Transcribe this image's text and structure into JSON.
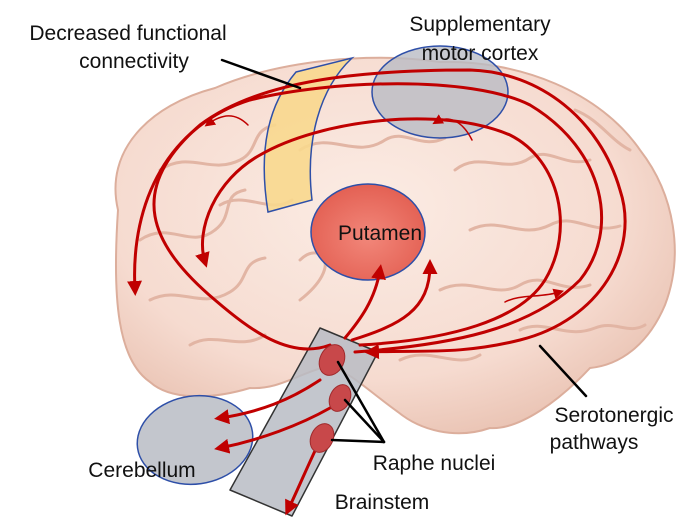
{
  "figure": {
    "labels": {
      "decreased_connectivity": [
        "Decreased functional",
        "connectivity"
      ],
      "supplementary_motor_cortex": [
        "Supplementary",
        "motor cortex"
      ],
      "putamen": "Putamen",
      "serotonergic_pathways": [
        "Serotonergic",
        "pathways"
      ],
      "raphe_nuclei": "Raphe nuclei",
      "cerebellum": "Cerebellum",
      "brainstem": "Brainstem"
    },
    "colors": {
      "pathway": "#c00000",
      "brain": "#f6dbd0",
      "brain_gyri": "#e2b5a4",
      "putamen": "#e8685c",
      "region_outline": "#2e4fa8",
      "region_fill": "#b9bcc4",
      "connectivity_band": "#f8d88e"
    }
  }
}
